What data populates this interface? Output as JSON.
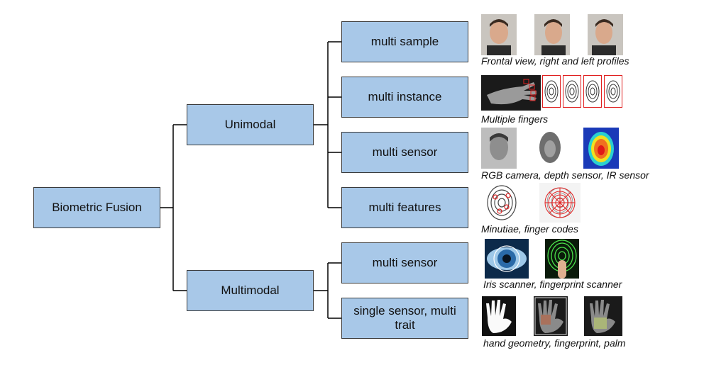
{
  "root": {
    "label": "Biometric Fusion"
  },
  "level1": [
    {
      "label": "Unimodal"
    },
    {
      "label": "Multimodal"
    }
  ],
  "leaves": [
    {
      "label": "multi sample",
      "caption": "Frontal view, right and left profiles"
    },
    {
      "label": "multi instance",
      "caption": "Multiple fingers"
    },
    {
      "label": "multi sensor",
      "caption": "RGB camera, depth sensor, IR sensor"
    },
    {
      "label": "multi features",
      "caption": "Minutiae, finger codes"
    },
    {
      "label": "multi sensor",
      "caption": "Iris scanner, fingerprint scanner"
    },
    {
      "label": "single sensor, multi trait",
      "caption": "hand geometry, fingerprint, palm"
    }
  ],
  "colors": {
    "box_fill": "#a8c8e8",
    "box_border": "#3a3a3a",
    "connector": "#000000",
    "highlight": "#e02020"
  },
  "icons": [
    "face-photo-icon",
    "hand-photo-icon",
    "fingerprint-icon",
    "depth-face-icon",
    "thermal-face-icon",
    "iris-icon",
    "fingerprint-scanner-icon",
    "hand-xray-icon"
  ]
}
